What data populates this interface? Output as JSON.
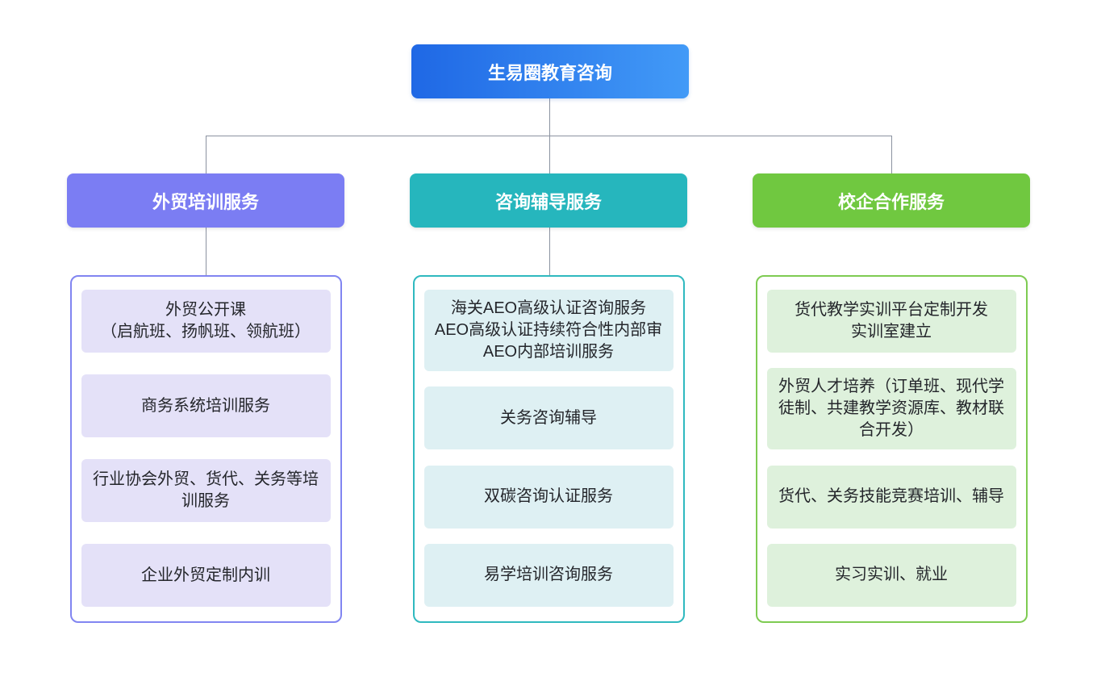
{
  "root_node": {
    "label": "生易圈教育咨询",
    "gradient_start": "#1f68e5",
    "gradient_end": "#429af7",
    "text_color": "#ffffff"
  },
  "connector_color": "#8b92a0",
  "item_text_color": "#24262b",
  "branches": [
    {
      "title": "外贸培训服务",
      "colors": {
        "header_bg": "#7b7df3",
        "container_border": "#8185f1",
        "item_bg": "#e4e1f8"
      },
      "items": [
        "外贸公开课\n（启航班、扬帆班、领航班）",
        "商务系统培训服务",
        "行业协会外贸、货代、关务等培训服务",
        "企业外贸定制内训"
      ]
    },
    {
      "title": "咨询辅导服务",
      "colors": {
        "header_bg": "#26b6bd",
        "container_border": "#2fb9bf",
        "item_bg": "#def0f3"
      },
      "items": [
        "海关AEO高级认证咨询服务\nAEO高级认证持续符合性内部审\nAEO内部培训服务",
        "关务咨询辅导",
        "双碳咨询认证服务",
        "易学培训咨询服务"
      ]
    },
    {
      "title": "校企合作服务",
      "colors": {
        "header_bg": "#70c840",
        "container_border": "#7ecb52",
        "item_bg": "#def1dc"
      },
      "items": [
        "货代教学实训平台定制开发\n实训室建立",
        "外贸人才培养（订单班、现代学徒制、共建教学资源库、教材联合开发）",
        "货代、关务技能竞赛培训、辅导",
        "实习实训、就业"
      ]
    }
  ]
}
